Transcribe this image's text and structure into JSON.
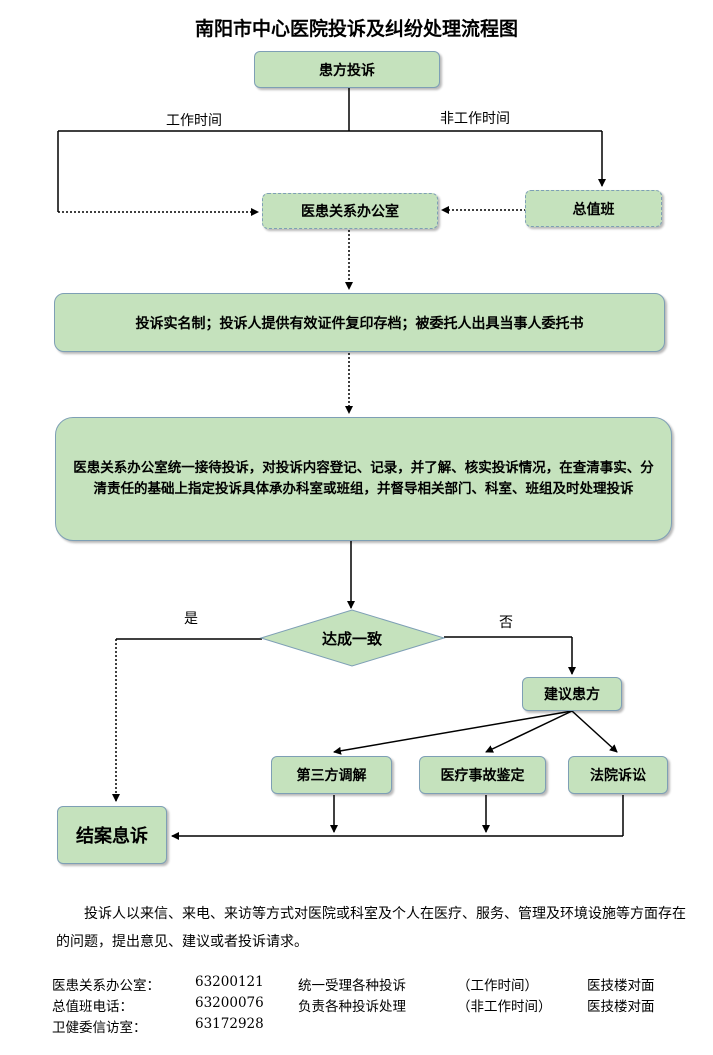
{
  "title": "南阳市中心医院投诉及纠纷处理流程图",
  "nodes": {
    "patient_complaint": "患方投诉",
    "doctor_patient_office": "医患关系办公室",
    "general_duty": "总值班",
    "real_name": "投诉实名制；投诉人提供有效证件复印存档；被委托人出具当事人委托书",
    "office_process": "医患关系办公室统一接待投诉，对投诉内容登记、记录，并了解、核实投诉情况，在查清事实、分清责任的基础上指定投诉具体承办科室或班组，并督导相关部门、科室、班组及时处理投诉",
    "agreement": "达成一致",
    "suggest_patient": "建议患方",
    "third_party_mediation": "第三方调解",
    "medical_accident_appraisal": "医疗事故鉴定",
    "court_litigation": "法院诉讼",
    "close_case": "结案息诉"
  },
  "labels": {
    "work_time": "工作时间",
    "non_work_time": "非工作时间",
    "yes": "是",
    "no": "否"
  },
  "description": "投诉人以来信、来电、来访等方式对医院或科室及个人在医疗、服务、管理及环境设施等方面存在的问题，提出意见、建议或者投诉请求。",
  "contacts": [
    {
      "name": "医患关系办公室：",
      "phone": "63200121",
      "duty": "统一受理各种投诉",
      "time": "（工作时间）",
      "location": "医技楼对面"
    },
    {
      "name": "总值班电话：",
      "phone": "63200076",
      "duty": "负责各种投诉处理",
      "time": "（非工作时间）",
      "location": "医技楼对面"
    },
    {
      "name": "卫健委信访室：",
      "phone": "63172928",
      "duty": "",
      "time": "",
      "location": ""
    }
  ],
  "colors": {
    "node_fill": "#c5e2bd",
    "node_border": "#7e9fb5"
  }
}
